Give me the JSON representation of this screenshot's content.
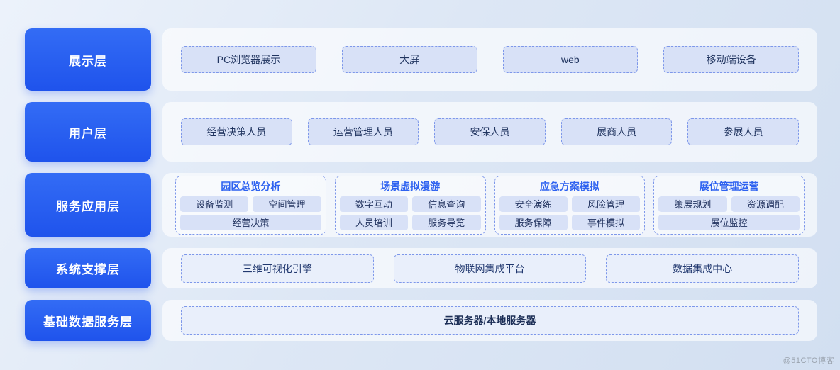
{
  "watermark": "@51CTO博客",
  "colors": {
    "layer_label_blue": "#2e62f0",
    "chip_fill": "#d8e1f7",
    "dashed_border": "#7d97ea",
    "background_top": "#ecf2fb",
    "background_bottom": "#d2dff1"
  },
  "layers": [
    {
      "label": "展示层",
      "items": [
        "PC浏览器展示",
        "大屏",
        "web",
        "移动端设备"
      ]
    },
    {
      "label": "用户层",
      "items": [
        "经营决策人员",
        "运营管理人员",
        "安保人员",
        "展商人员",
        "参展人员"
      ]
    },
    {
      "label": "服务应用层",
      "groups": [
        {
          "title": "园区总览分析",
          "items": [
            "设备监测",
            "空间管理",
            "经营决策"
          ]
        },
        {
          "title": "场景虚拟漫游",
          "items": [
            "数字互动",
            "信息查询",
            "人员培训",
            "服务导览"
          ]
        },
        {
          "title": "应急方案模拟",
          "items": [
            "安全演练",
            "风险管理",
            "服务保障",
            "事件模拟"
          ]
        },
        {
          "title": "展位管理运营",
          "items": [
            "策展规划",
            "资源调配",
            "展位监控"
          ]
        }
      ]
    },
    {
      "label": "系统支撑层",
      "items": [
        "三维可视化引擎",
        "物联网集成平台",
        "数据集成中心"
      ]
    },
    {
      "label": "基础数据服务层",
      "items": [
        "云服务器/本地服务器"
      ]
    }
  ]
}
